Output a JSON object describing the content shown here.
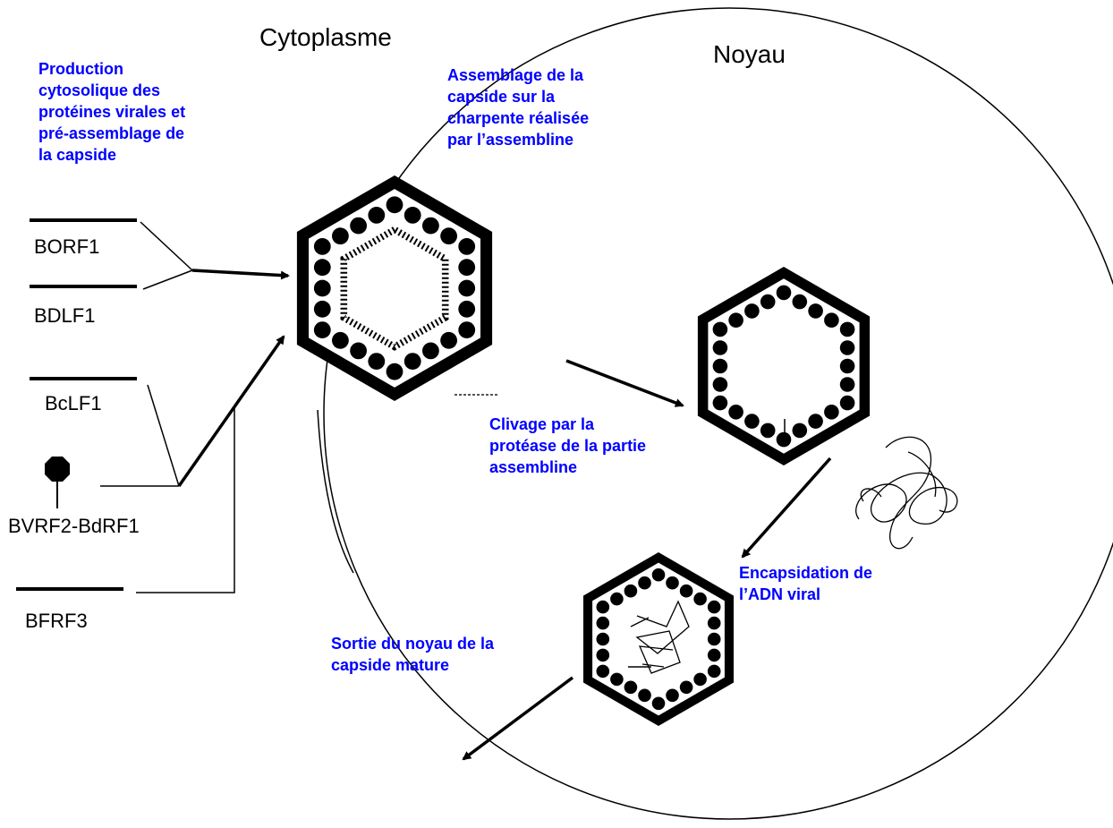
{
  "regions": {
    "cytoplasm": "Cytoplasme",
    "nucleus": "Noyau"
  },
  "genes": {
    "borf1": "BORF1",
    "bdlf1": "BDLF1",
    "bclf1": "BcLF1",
    "bvrf2_bdrf1": "BVRF2-BdRF1",
    "bfrf3": "BFRF3"
  },
  "annotations": {
    "production": "Production\ncytosolique des\nprotéines virales et\npré-assemblage de\nla capside",
    "assemblage": "Assemblage de la\ncapside sur la\ncharpente réalisée\npar l’assembline",
    "clivage": "Clivage par la\nprotéase de la partie\nassembline",
    "encapsidation": "Encapsidation de\nl’ADN viral",
    "sortie": "Sortie du noyau de la\ncapside mature"
  },
  "colors": {
    "annotation_text": "#0000ff",
    "line": "#000000",
    "capsid_fill": "#000000"
  }
}
